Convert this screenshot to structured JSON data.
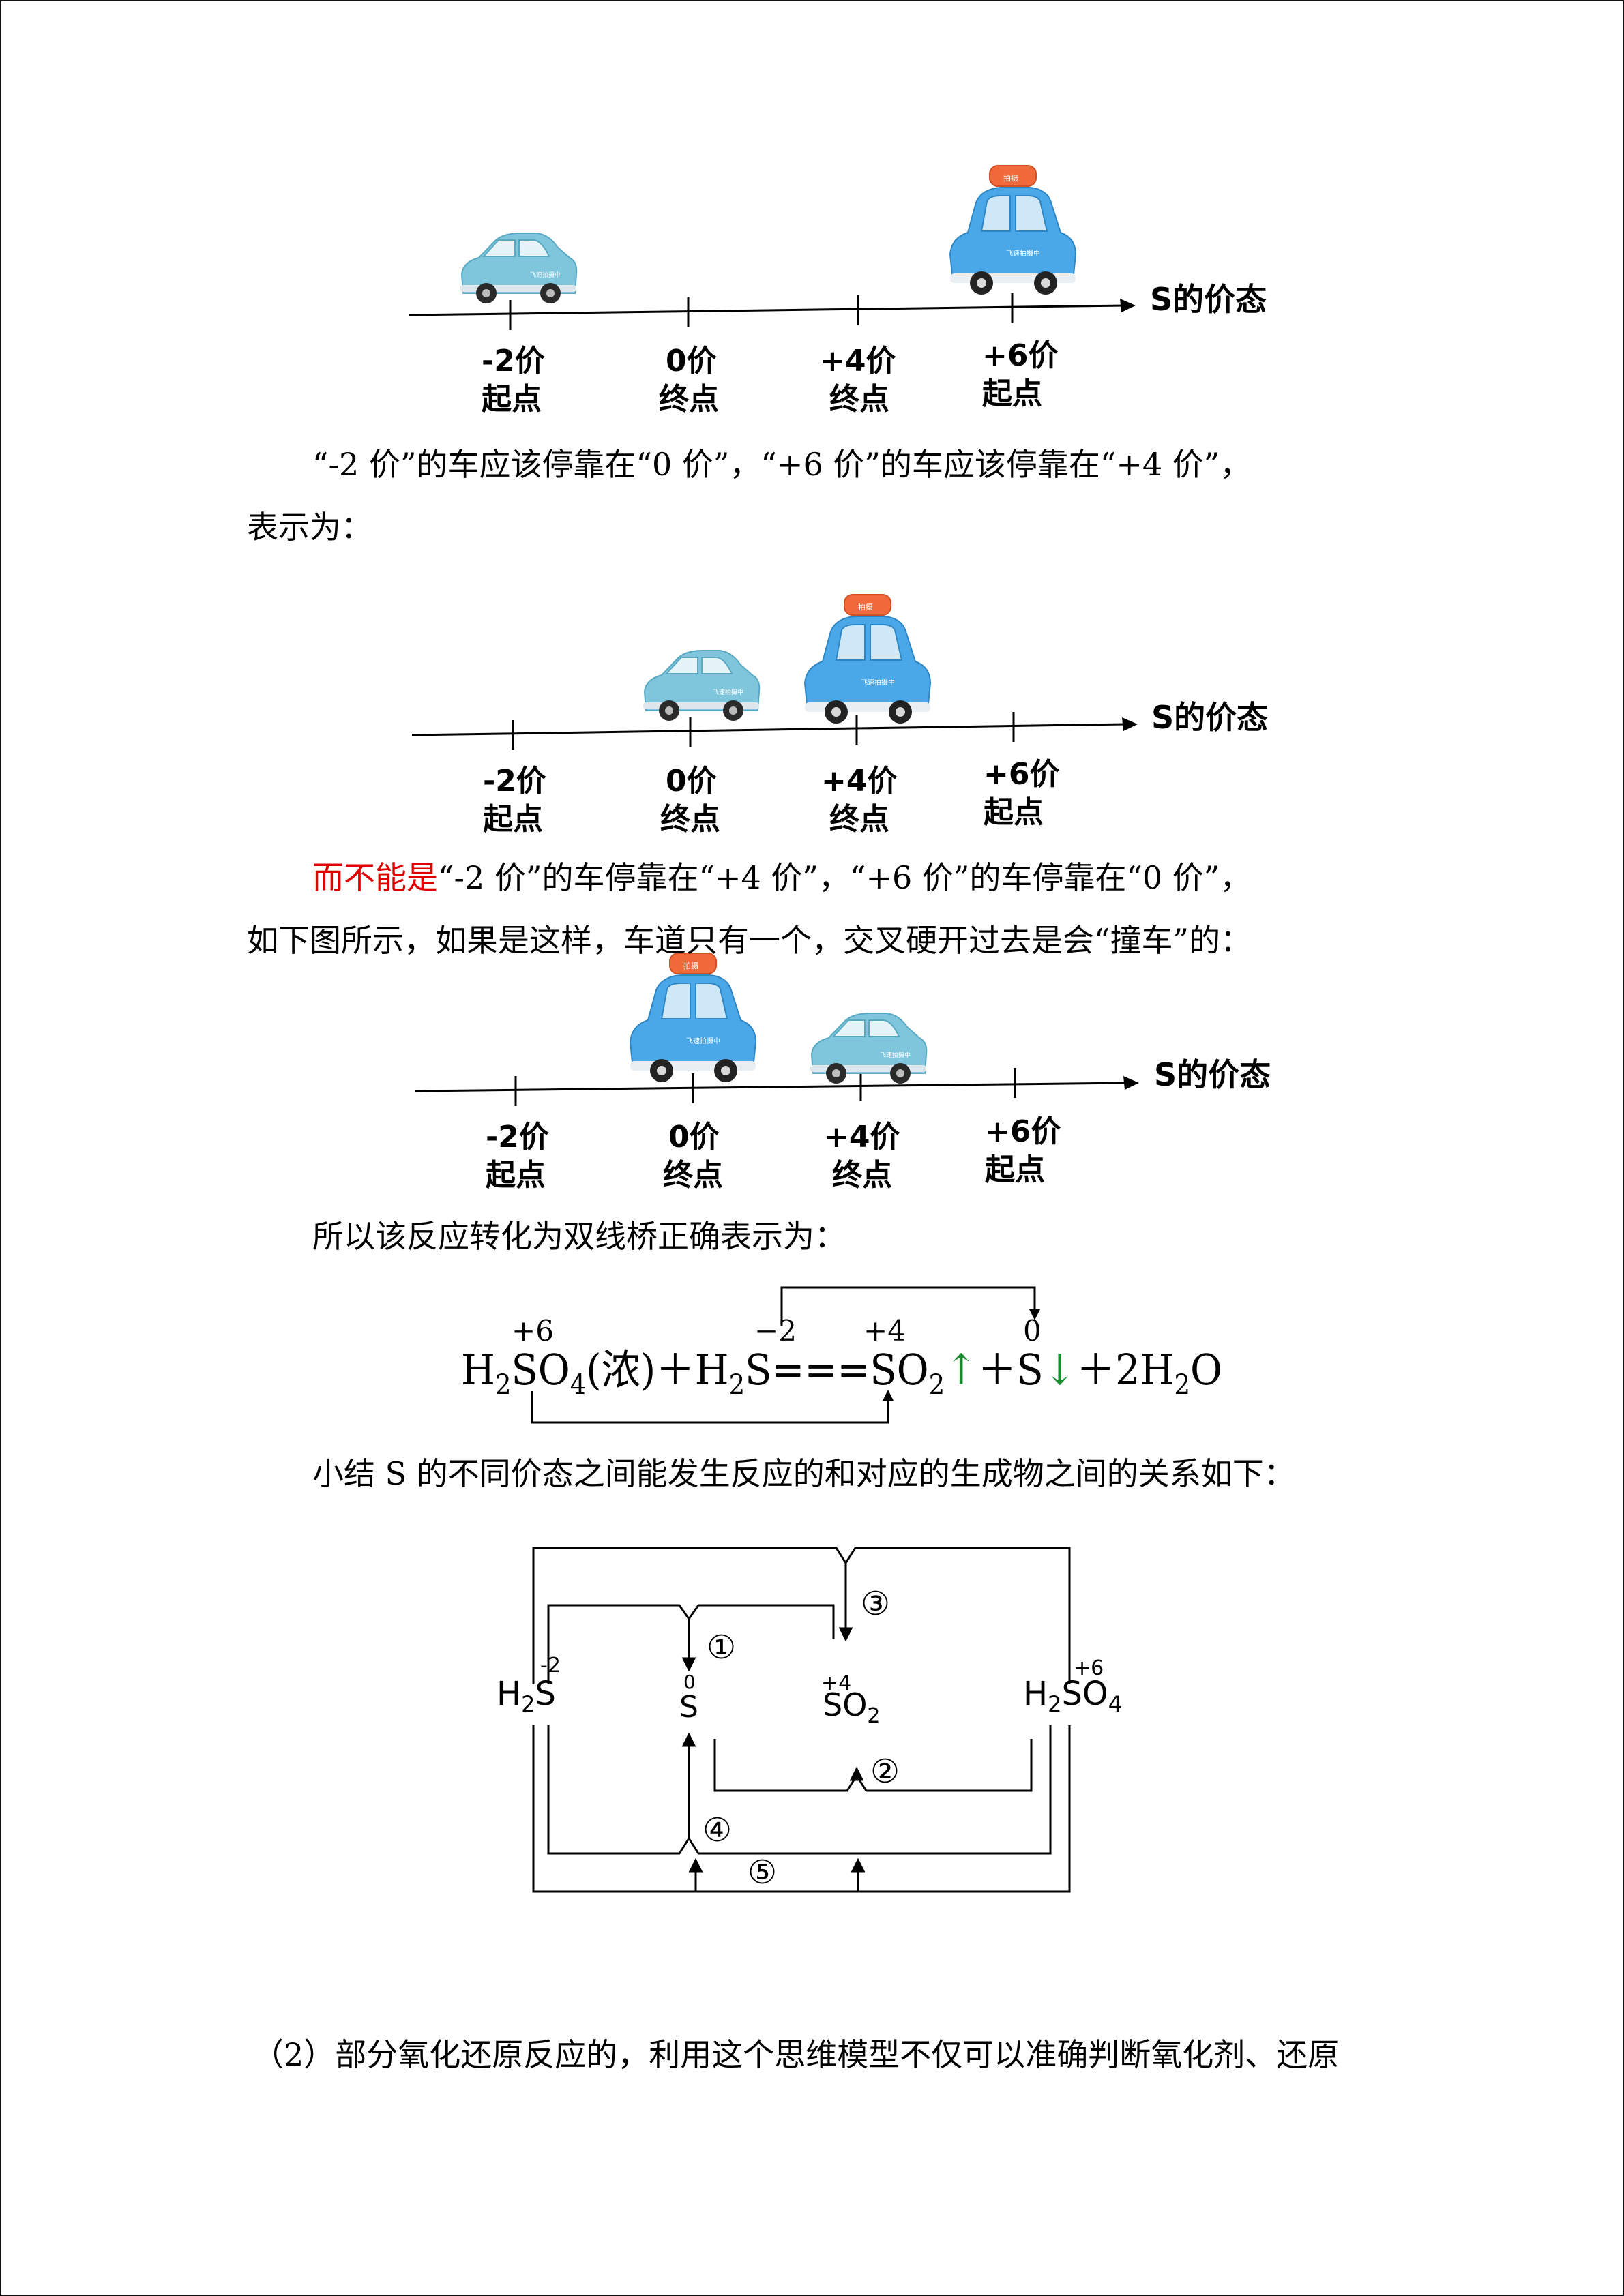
{
  "axis_label": "S的价态",
  "ticks": [
    {
      "value": "-2价",
      "role": "起点"
    },
    {
      "value": "0价",
      "role": "终点"
    },
    {
      "value": "+4价",
      "role": "终点"
    },
    {
      "value": "+6价",
      "role": "起点"
    }
  ],
  "car_decal": "飞速拍摄中",
  "car_roof_sign": "拍摄",
  "para1_line1": "“-2 价”的车应该停靠在“0 价”，“+6 价”的车应该停靠在“+4 价”，",
  "para1_line2": "表示为：",
  "para2_red": "而不能是",
  "para2_line1_rest": "“-2 价”的车停靠在“+4 价”，“+6 价”的车停靠在“0 价”，",
  "para2_line2": "如下图所示，如果是这样，车道只有一个，交叉硬开过去是会“撞车”的：",
  "para3": "所以该反应转化为双线桥正确表示为：",
  "equation": {
    "ox_labels": [
      "+6",
      "−2",
      "+4",
      "0"
    ],
    "text_parts": [
      "H",
      "2",
      "SO",
      "4",
      "(浓)＋H",
      "2",
      "S===SO",
      "2",
      "↑",
      "＋S",
      "↓",
      "＋2H",
      "2",
      "O"
    ]
  },
  "para4": "小结 S 的不同价态之间能发生反应的和对应的生成物之间的关系如下：",
  "diagram": {
    "species": {
      "h2s": {
        "prefix": "H",
        "sub": "2",
        "el": "S",
        "ox": "-2"
      },
      "s": {
        "el": "S",
        "ox": "0"
      },
      "so2": {
        "el": "SO",
        "sub": "2",
        "ox": "+4"
      },
      "h2so4": {
        "prefix": "H",
        "sub": "2",
        "el": "SO",
        "sub2": "4",
        "ox": "+6"
      }
    },
    "reaction_numbers": [
      "①",
      "②",
      "③",
      "④",
      "⑤"
    ]
  },
  "para5": "（2）部分氧化还原反应的，利用这个思维模型不仅可以准确判断氧化剂、还原"
}
